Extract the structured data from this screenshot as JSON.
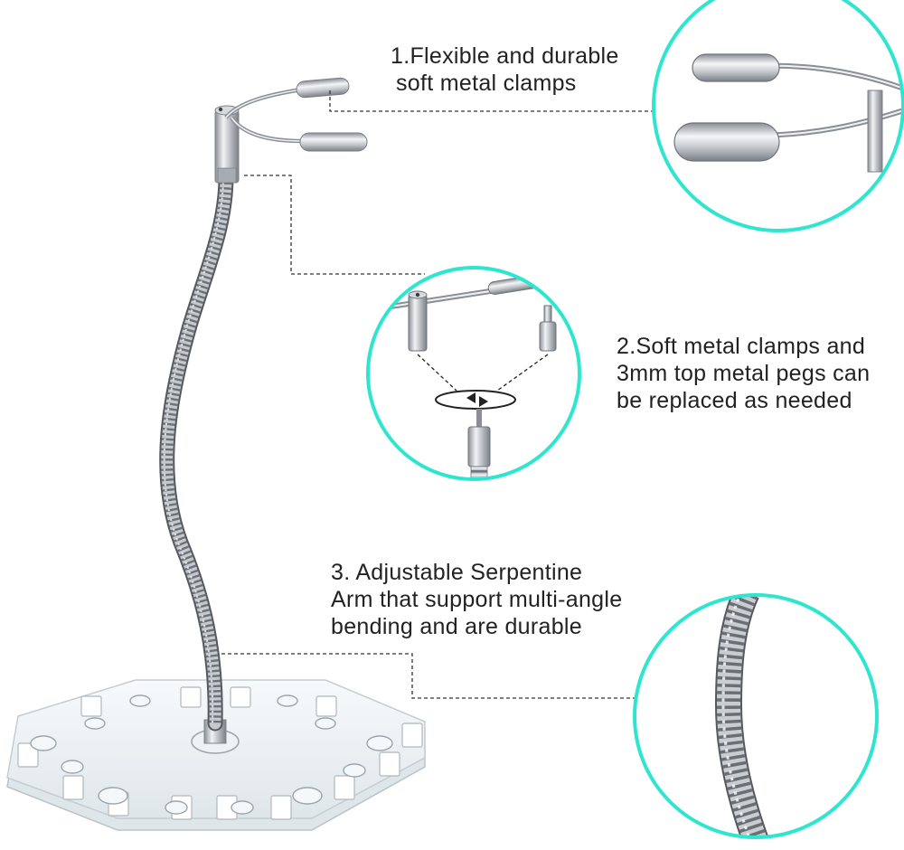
{
  "features": [
    {
      "lines": [
        "1.Flexible and durable",
        "soft metal clamps"
      ]
    },
    {
      "lines": [
        "2.Soft metal clamps and",
        "3mm top metal pegs can",
        "be replaced as needed"
      ]
    },
    {
      "lines": [
        "3. Adjustable Serpentine",
        "Arm that support multi-angle",
        "bending and are durable"
      ]
    }
  ],
  "colors": {
    "accent_ring": "#2ee6cf",
    "leader_line": "#333333",
    "metal": "#b8bcc2",
    "acrylic": "#e8eef2",
    "text": "#222222"
  },
  "icons": [
    "rotate-arrows-icon"
  ]
}
